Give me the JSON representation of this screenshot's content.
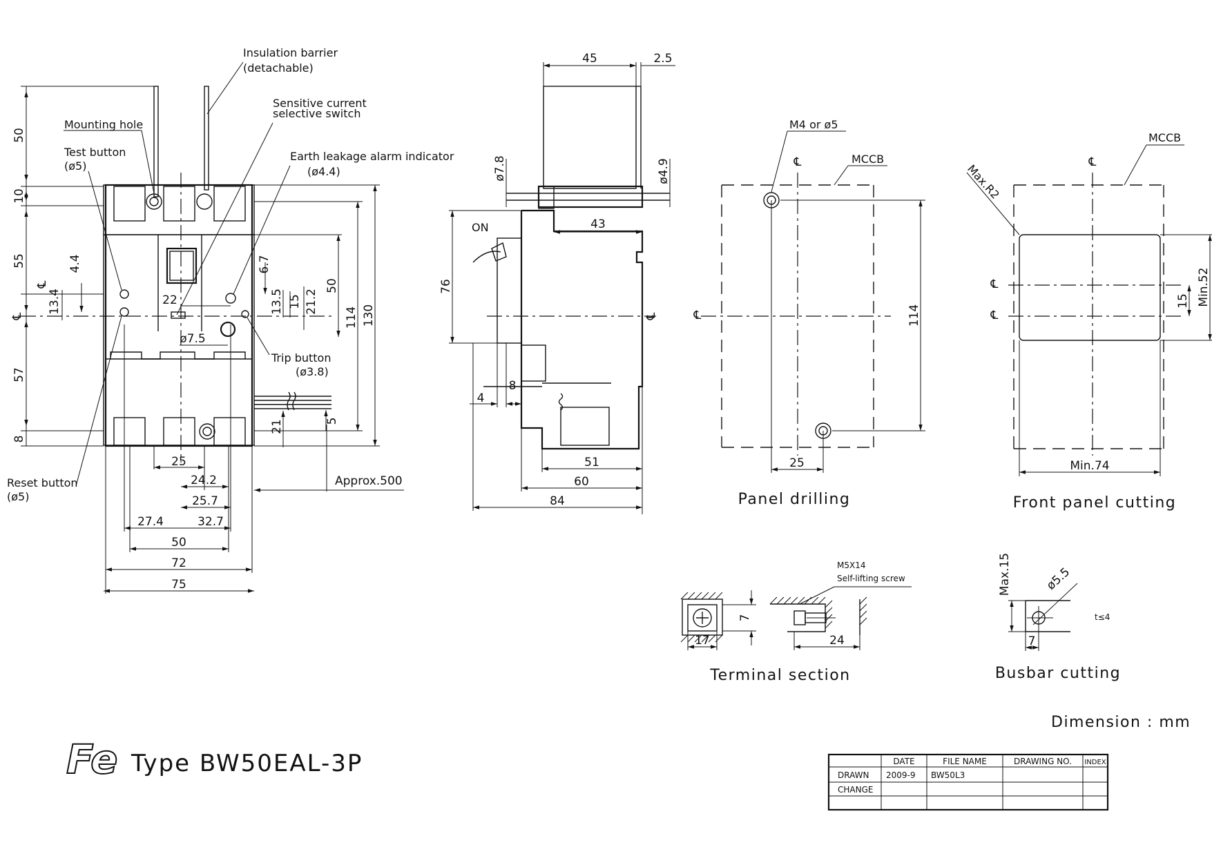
{
  "dims": {
    "d50": "50",
    "d10": "10",
    "d55": "55",
    "d57": "57",
    "d8": "8",
    "d4_4": "4.4",
    "d13_4": "13.4",
    "d22": "22",
    "d6_7": "6.7",
    "d13_5": "13.5",
    "d15": "15",
    "d21_2": "21.2",
    "d50r": "50",
    "d114": "114",
    "d130": "130",
    "d7_5": "ø7.5",
    "d21": "21",
    "d5": "5",
    "d25": "25",
    "d24_2": "24.2",
    "d25_7": "25.7",
    "d27_4": "27.4",
    "d32_7": "32.7",
    "d50b": "50",
    "d72": "72",
    "d75": "75",
    "approx": "Approx.500"
  },
  "callouts": {
    "insulation_1": "Insulation barrier",
    "insulation_2": "(detachable)",
    "mounting_hole": "Mounting hole",
    "sensitive_1": "Sensitive current",
    "sensitive_2": "selective switch",
    "test_1": "Test button",
    "test_2": "(ø5)",
    "earth_1": "Earth leakage alarm indicator",
    "earth_2": "(ø4.4)",
    "trip_1": "Trip button",
    "trip_2": "(ø3.8)",
    "reset_1": "Reset button",
    "reset_2": "(ø5)"
  },
  "side": {
    "d45": "45",
    "d2_5": "2.5",
    "d7_8": "ø7.8",
    "d4_9": "ø4.9",
    "d43": "43",
    "d76": "76",
    "on": "ON",
    "d4": "4",
    "d8": "8",
    "d51": "51",
    "d60": "60",
    "d84": "84"
  },
  "panel": {
    "m4": "M4 or ø5",
    "mccb": "MCCB",
    "d114": "114",
    "d25": "25",
    "caption": "Panel drilling"
  },
  "front": {
    "mccb": "MCCB",
    "maxr2": "Max.R2",
    "min52": "Min.52",
    "d15": "15",
    "min74": "Min.74",
    "caption": "Front panel cutting"
  },
  "terminal": {
    "m5": "M5X14",
    "screw": "Self-lifting screw",
    "d7": "7",
    "d17": "17",
    "d24": "24",
    "caption": "Terminal section"
  },
  "busbar": {
    "max15": "Max.15",
    "dia": "ø5.5",
    "t": "t≤4",
    "d7": "7",
    "caption": "Busbar cutting"
  },
  "centerline_symbol": "℄",
  "unit_note": "Dimension : mm",
  "logo": "Fe",
  "type_label": "Type BW50EAL-3P",
  "title_block": {
    "headers": [
      "",
      "DATE",
      "FILE NAME",
      "DRAWING NO.",
      "INDEX"
    ],
    "rows": [
      [
        "DRAWN",
        "2009-9",
        "BW50L3",
        "",
        ""
      ],
      [
        "CHANGE",
        "",
        "",
        "",
        ""
      ],
      [
        "",
        "",
        "",
        "",
        ""
      ]
    ]
  }
}
